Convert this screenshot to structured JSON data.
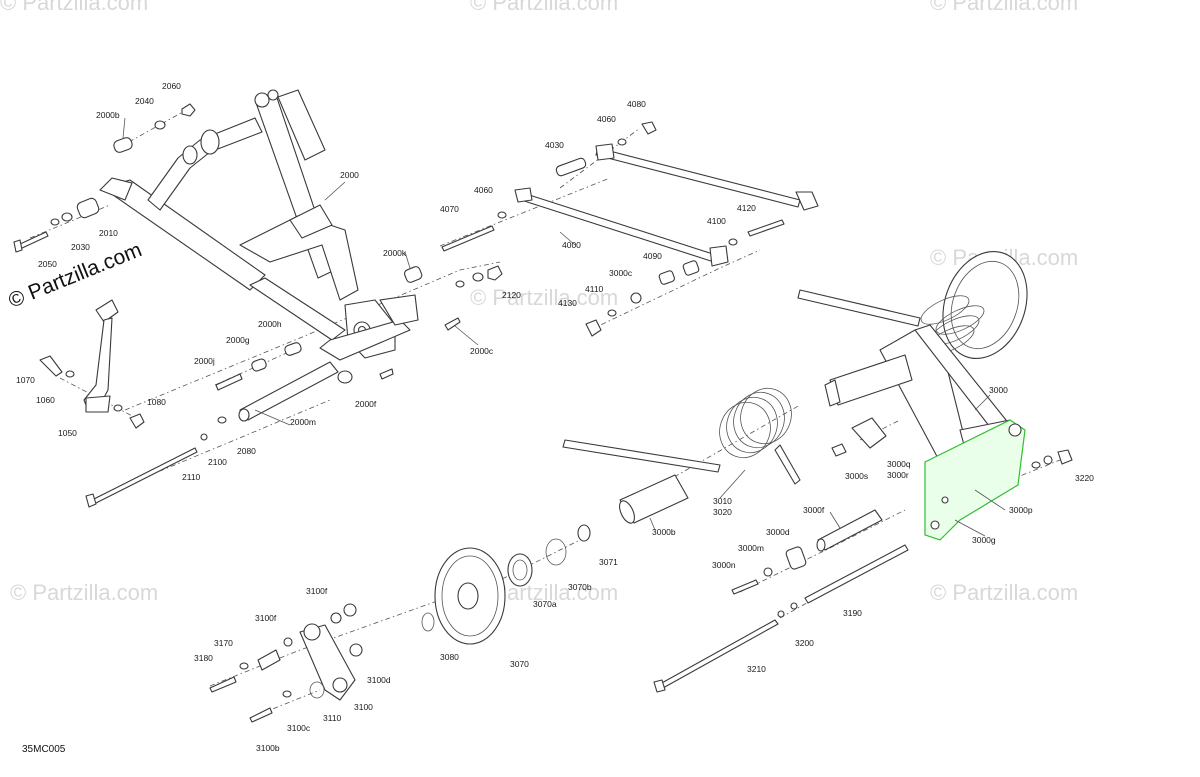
{
  "brand": "© Partzilla.com",
  "watermark": "© Partzilla.com",
  "diagram_code": "35MC005",
  "colors": {
    "highlight": "#2fbf2f",
    "line": "#3a3a3a",
    "watermark": "#d8d8d8"
  },
  "callouts": {
    "c2060": "2060",
    "c2040": "2040",
    "c2000b": "2000b",
    "c2000": "2000",
    "c2010": "2010",
    "c2030": "2030",
    "c2050": "2050",
    "c2000k": "2000k",
    "c2120": "2120",
    "c2000c": "2000c",
    "c2000h": "2000h",
    "c2000g": "2000g",
    "c2000j": "2000j",
    "c2000f": "2000f",
    "c2000m": "2000m",
    "c2080": "2080",
    "c2100": "2100",
    "c2110": "2110",
    "c1070": "1070",
    "c1060": "1060",
    "c1080": "1080",
    "c1050": "1050",
    "c4080": "4080",
    "c4060a": "4060",
    "c4030": "4030",
    "c4060b": "4060",
    "c4070": "4070",
    "c4000": "4000",
    "c4100": "4100",
    "c4120": "4120",
    "c4090": "4090",
    "c3000c": "3000c",
    "c4110": "4110",
    "c4130": "4130",
    "c3000": "3000",
    "c3000s": "3000s",
    "c3000q": "3000q",
    "c3000r": "3000r",
    "c3220": "3220",
    "c3000p": "3000p",
    "c3000g": "3000g",
    "c3010": "3010",
    "c3020": "3020",
    "c3000b": "3000b",
    "c3071": "3071",
    "c3070b": "3070b",
    "c3070a": "3070a",
    "c3000f": "3000f",
    "c3000d": "3000d",
    "c3000m": "3000m",
    "c3000n": "3000n",
    "c3190": "3190",
    "c3200": "3200",
    "c3210": "3210",
    "c3080": "3080",
    "c3070": "3070",
    "c3100f_a": "3100f",
    "c3100f_b": "3100f",
    "c3170": "3170",
    "c3180": "3180",
    "c3100d": "3100d",
    "c3100": "3100",
    "c3110": "3110",
    "c3100c": "3100c",
    "c3100b": "3100b"
  }
}
